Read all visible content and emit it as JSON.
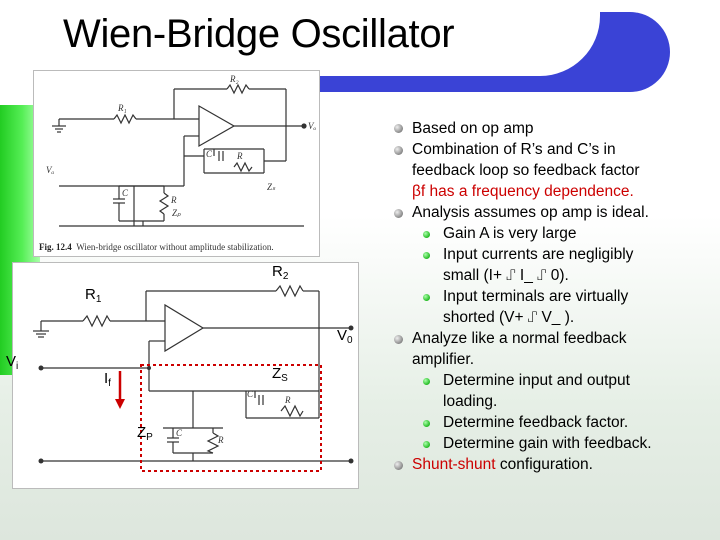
{
  "slide": {
    "title": "Wien-Bridge Oscillator"
  },
  "figure_top": {
    "caption_num": "Fig. 12.4",
    "caption_text": "Wien-bridge oscillator without amplitude stabilization.",
    "labels": {
      "r2": "R₂",
      "r1": "R₁",
      "vo": "Vₒ",
      "vd": "Vₐ",
      "c_s": "C",
      "r_s": "R",
      "zs": "Zₛ",
      "c_p": "C",
      "r_p": "R",
      "zp": "Zₚ"
    }
  },
  "figure_bottom": {
    "labels": {
      "r2_main": "R",
      "r2_sub": "2",
      "r1_main": "R",
      "r1_sub": "1",
      "vo_main": "V",
      "vo_sub": "0",
      "vi_main": "V",
      "vi_sub": "i",
      "if_main": "I",
      "if_sub": "f",
      "zs_main": "Z",
      "zs_sub": "S",
      "zp_main": "Z",
      "zp_sub": "P",
      "c_s": "C",
      "r_s": "R",
      "c_p": "C",
      "r_p": "R"
    },
    "colors": {
      "box": "#cc0000",
      "arrow": "#cc0000"
    }
  },
  "bullets": {
    "b1": "Based  on  op  amp",
    "b2a": "Combination  of  R’s  and  C’s  in",
    "b2b": "feedback  loop  so  feedback  factor",
    "b2c_beta": "βf",
    "b2c_rest": "  has  a  frequency  dependence.",
    "b3": "Analysis  assumes  op  amp  is  ideal.",
    "s1": "Gain  A  is  very  large",
    "s2a": "Input  currents  are  negligibly",
    "s2b": "small  (I+  ⑀  I_  ⑀ 0).",
    "s3a": "Input  terminals  are  virtually",
    "s3b": "shorted  (V+  ⑀  V_ ).",
    "b4a": "Analyze  like  a  normal  feedback",
    "b4b": "amplifier.",
    "s4a": "Determine  input  and  output",
    "s4b": "loading.",
    "s5": "Determine  feedback  factor.",
    "s6": "Determine  gain  with  feedback.",
    "b5_red": "Shunt-shunt",
    "b5_rest": "  configuration."
  },
  "colors": {
    "title_bar": "#3a43d6",
    "left_bar": "#22cc22",
    "highlight_text": "#cc0000"
  }
}
